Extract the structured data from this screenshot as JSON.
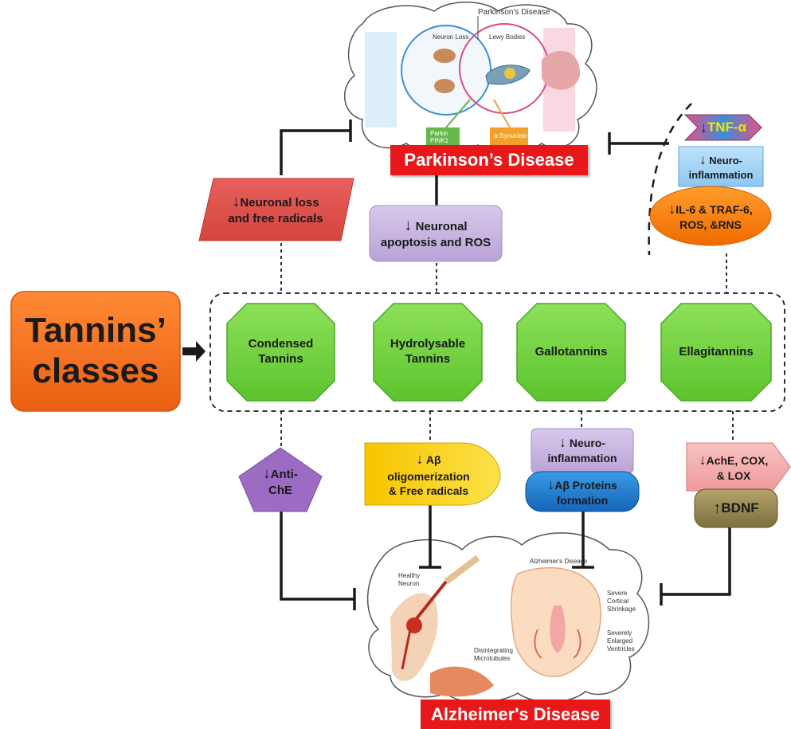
{
  "classes_box": {
    "line1": "Tannins’",
    "line2": "classes",
    "color": "#f26b1d"
  },
  "tannin_classes": [
    {
      "line1": "Condensed",
      "line2": "Tannins"
    },
    {
      "line1": "Hydrolysable",
      "line2": "Tannins"
    },
    {
      "line1": "Gallotannins",
      "line2": ""
    },
    {
      "line1": "Ellagitannins",
      "line2": ""
    }
  ],
  "parkinsons": {
    "title": "Parkinson’s Disease",
    "image_labels": {
      "neuron_loss": "Neuron Loss",
      "lewy_bodies": "Lewy Bodies",
      "parkin": "Parkin",
      "pink1": "PINK1",
      "synuclein": "α-Synuclein",
      "header": "Parkinson’s Disease"
    },
    "effects": {
      "neuronal_loss": {
        "arrow": "↓",
        "line1": "Neuronal loss",
        "line2": "and free radicals"
      },
      "apoptosis": {
        "arrow": "↓",
        "line1": "Neuronal",
        "line2": "apoptosis and ROS"
      },
      "tnf": {
        "arrow": "↓",
        "text": "TNF-α"
      },
      "neuroinflammation": {
        "arrow": "↓",
        "line1": "Neuro-",
        "line2": "inflammation"
      },
      "il6": {
        "arrow": "↓",
        "line1": "IL-6 & TRAF-6,",
        "line2": "ROS, &RNS"
      }
    }
  },
  "alzheimers": {
    "title": "Alzheimer's Disease",
    "image_labels": {
      "header": "Alzheimer's Disease",
      "shrinkage_1": "Severe",
      "shrinkage_2": "Cortical",
      "shrinkage_3": "Shrinkage",
      "ventricles_1": "Severely",
      "ventricles_2": "Enlarged",
      "ventricles_3": "Ventricles",
      "micro_1": "Disintegrating",
      "micro_2": "Microtubules",
      "neuron_1": "Healthy",
      "neuron_2": "Neuron"
    },
    "effects": {
      "anti_che": {
        "arrow": "↓",
        "line1": "Anti-",
        "line2": "ChE"
      },
      "abeta_olig": {
        "arrow": "↓",
        "line1": "Aβ",
        "line2": "oligomerization",
        "line3": "& Free radicals"
      },
      "neuroinflam": {
        "arrow": "↓",
        "line1": "Neuro-",
        "line2": "inflammation"
      },
      "abeta_prot": {
        "arrow": "↓",
        "line1": "Aβ Proteins",
        "line2": "formation"
      },
      "ache": {
        "arrow": "↓",
        "line1": "AchE, COX,",
        "line2": "& LOX"
      },
      "bdnf": {
        "arrow": "↑",
        "text": "BDNF"
      }
    }
  }
}
